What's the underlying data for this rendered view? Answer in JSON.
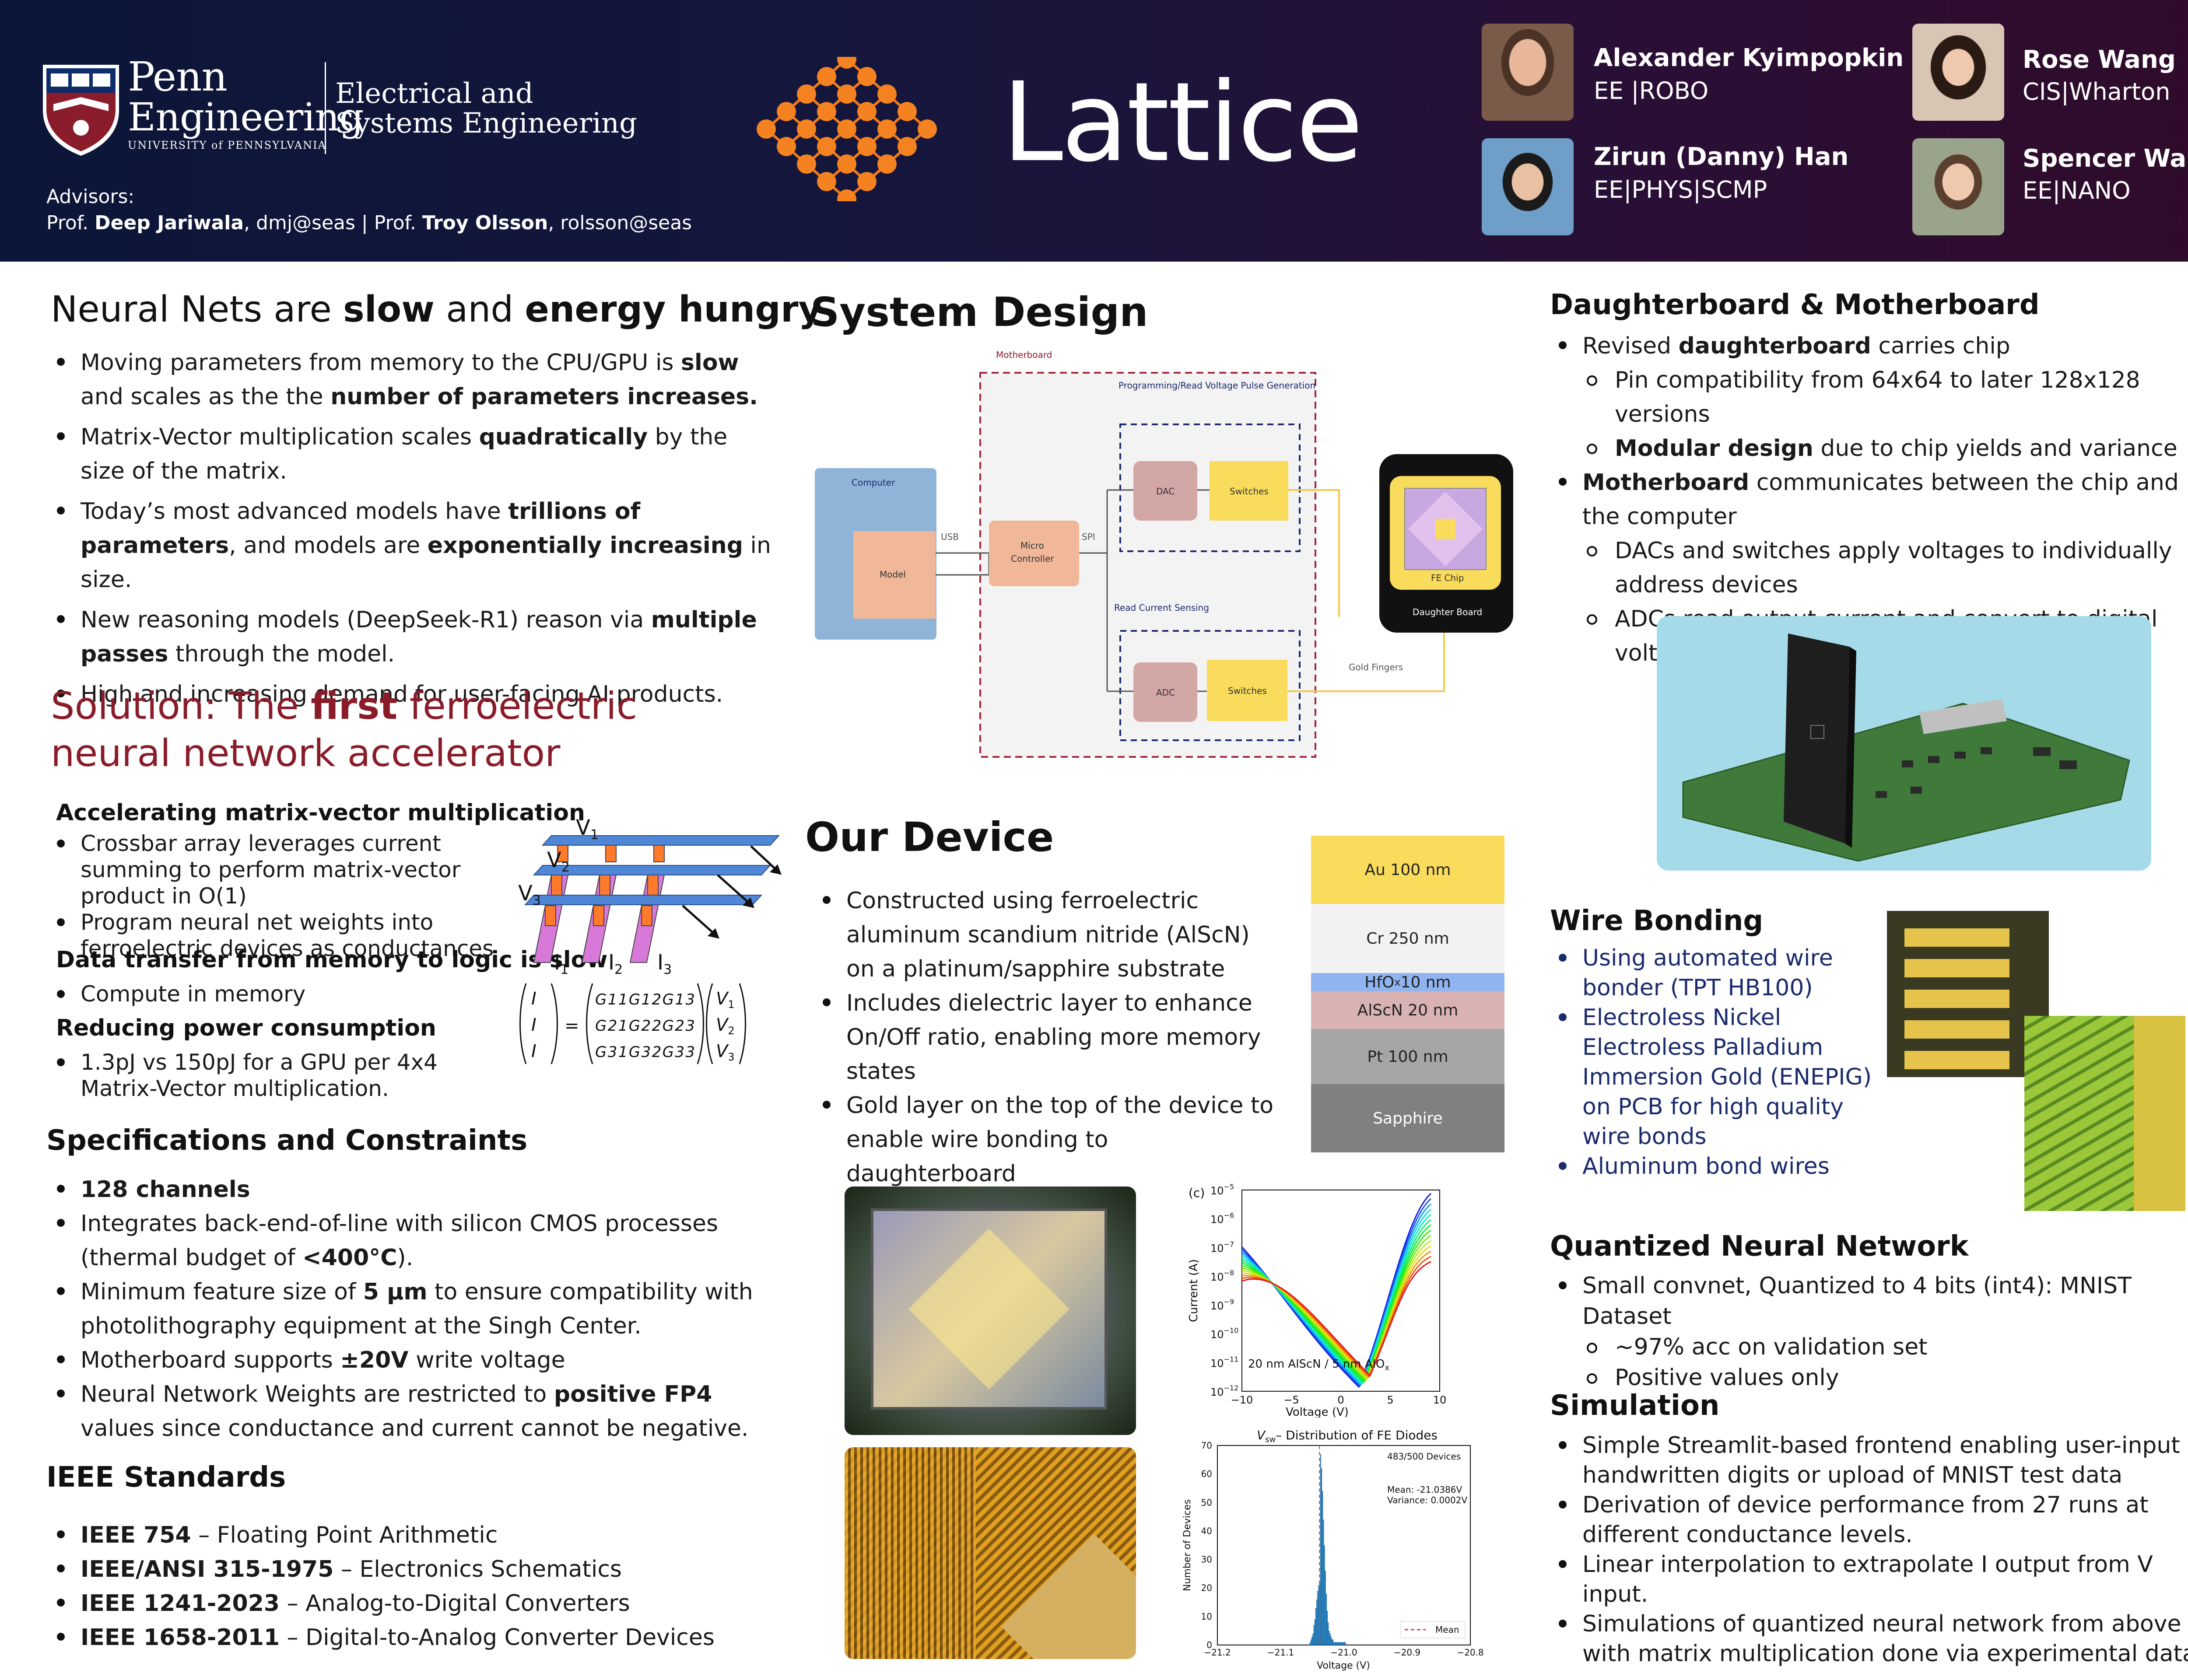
{
  "header": {
    "logo": {
      "penn": "Penn",
      "engineering": "Engineering",
      "upenn": "UNIVERSITY of PENNSYLVANIA",
      "dept_line1": "Electrical and",
      "dept_line2": "Systems Engineering"
    },
    "advisors_label": "Advisors:",
    "advisors": {
      "prefix1": "Prof. ",
      "name1": "Deep Jariwala",
      "email1": ", dmj@seas | Prof. ",
      "name2": "Troy Olsson",
      "email2": ", rolsson@seas"
    },
    "title": "Lattice",
    "members": [
      {
        "name": "Alexander Kyimpopkin",
        "dept": "EE |ROBO"
      },
      {
        "name": "Rose Wang",
        "dept": "CIS|Wharton"
      },
      {
        "name": "Zirun (Danny) Han",
        "dept": "EE|PHYS|SCMP"
      },
      {
        "name": "Spencer Ware",
        "dept": "EE|NANO"
      }
    ]
  },
  "intro": {
    "title_a": "Neural Nets are ",
    "title_b": "slow",
    "title_c": " and ",
    "title_d": "energy hungry",
    "bullets": [
      {
        "a": "Moving parameters from memory to the CPU/GPU is ",
        "b": "slow",
        "c": " and scales as the the ",
        "d": "number of parameters increases.",
        "e": ""
      },
      {
        "a": "Matrix-Vector multiplication scales ",
        "b": "quadratically",
        "c": " by the size of the matrix.",
        "d": "",
        "e": ""
      },
      {
        "a": "Today’s most advanced models have ",
        "b": "trillions of parameters",
        "c": ", and models are ",
        "d": "exponentially increasing",
        "e": " in size."
      },
      {
        "a": "New reasoning models (DeepSeek-R1) reason via ",
        "b": "multiple passes",
        "c": " through the model.",
        "d": "",
        "e": ""
      },
      {
        "a": "High and increasing demand for user-facing AI products.",
        "b": "",
        "c": "",
        "d": "",
        "e": ""
      }
    ]
  },
  "solution": {
    "title_a": "Solution: The ",
    "title_b": "first",
    "title_c": " ferroelectric neural network accelerator",
    "sec1": "Accelerating matrix-vector multiplication",
    "sec1_bullets": [
      "Crossbar array leverages current summing to perform matrix-vector product in O(1)",
      "Program neural net weights into ferroelectric devices as conductances"
    ],
    "sec2": "Data transfer from memory to logic is slow",
    "sec2_bullets": [
      "Compute in memory"
    ],
    "sec3": "Reducing power consumption",
    "sec3_bullets": [
      "1.3pJ vs 150pJ for a GPU per 4x4 Matrix-Vector multiplication."
    ],
    "crossbar": {
      "v1": "V",
      "v2": "V",
      "v3": "V",
      "i1": "I",
      "i2": "I",
      "i3": "I",
      "s1": "1",
      "s2": "2",
      "s3": "3"
    },
    "equation": {
      "lhs": [
        "I",
        "I",
        "I"
      ],
      "g": [
        "G11G12G13",
        "G21G22G23",
        "G31G32G33"
      ],
      "rhs": [
        "V",
        "V",
        "V"
      ],
      "eq": "="
    }
  },
  "specs": {
    "title": "Specifications and Constraints",
    "bullets": [
      {
        "a": "",
        "b": "128 channels",
        "c": ""
      },
      {
        "a": "Integrates back-end-of-line with silicon CMOS processes (thermal budget of ",
        "b": "<400°C",
        "c": ")."
      },
      {
        "a": "Minimum feature size of ",
        "b": "5 µm",
        "c": " to ensure compatibility with photolithography equipment at the Singh Center."
      },
      {
        "a": "Motherboard supports ",
        "b": "±20V",
        "c": " write voltage"
      },
      {
        "a": "Neural Network Weights are restricted to ",
        "b": "positive FP4",
        "c": " values since conductance and current cannot be negative."
      }
    ]
  },
  "ieee": {
    "title": "IEEE Standards",
    "items": [
      {
        "code": "IEEE 754",
        "desc": " – Floating Point Arithmetic"
      },
      {
        "code": "IEEE/ANSI 315-1975",
        "desc": " – Electronics Schematics"
      },
      {
        "code": "IEEE 1241-2023",
        "desc": " – Analog-to-Digital Converters"
      },
      {
        "code": "IEEE 1658-2011",
        "desc": " – Digital-to-Analog Converter Devices"
      }
    ]
  },
  "system": {
    "title": "System Design",
    "diagram": {
      "motherboard": "Motherboard",
      "pulse_gen": "Programming/Read Voltage Pulse Generation",
      "computer": "Computer",
      "model": "Model",
      "usb": "USB",
      "spi": "SPI",
      "micro1": "Micro",
      "micro2": "Controller",
      "dac": "DAC",
      "adc": "ADC",
      "switches": "Switches",
      "read_sense": "Read Current Sensing",
      "fe_chip": "FE Chip",
      "daughter": "Daughter Board",
      "gold": "Gold Fingers"
    }
  },
  "device": {
    "title": "Our Device",
    "bullets": [
      "Constructed using ferroelectric aluminum scandium nitride (AlScN) on a platinum/sapphire substrate",
      "Includes dielectric layer to enhance On/Off ratio, enabling more memory states",
      "Gold layer on the top of the device to enable wire bonding to daughterboard"
    ],
    "stack": [
      {
        "label": "Au 100 nm",
        "color": "#f9dc5c"
      },
      {
        "label": "Cr 250 nm",
        "color": "#f2f2f2"
      },
      {
        "label": "HfO",
        "sub": "x",
        "rest": " 10 nm",
        "color": "#8fb4f0"
      },
      {
        "label": "AlScN 20 nm",
        "color": "#d9b3b3"
      },
      {
        "label": "Pt 100 nm",
        "color": "#a6a6a6"
      },
      {
        "label": "Sapphire",
        "color": "#808080",
        "text_color": "#ffffff"
      }
    ]
  },
  "iv_chart": {
    "panel": "(c)",
    "xlabel": "Voltage (V)",
    "ylabel": "Current (A)",
    "xticks": [
      "−10",
      "−5",
      "0",
      "5",
      "10"
    ],
    "yticks": [
      "10",
      "10",
      "10",
      "10",
      "10",
      "10",
      "10",
      "10"
    ],
    "yexp": [
      "−5",
      "−6",
      "−7",
      "−8",
      "−9",
      "−10",
      "−11",
      "−12"
    ],
    "annotation": "20 nm AlScN / 5 nm AlO",
    "annotation_sub": "x"
  },
  "hist_chart": {
    "title_a": "V",
    "title_sub": "sw",
    "title_b": "– Distribution of FE Diodes",
    "count": "483/500 Devices",
    "mean": "Mean: -21.0386V",
    "variance": "Variance: 0.0002V",
    "legend": "Mean",
    "xlabel": "Voltage (V)",
    "ylabel": "Number of Devices",
    "xticks": [
      "−21.2",
      "−21.1",
      "−21.0",
      "−20.9",
      "−20.8"
    ],
    "yticks": [
      "0",
      "10",
      "20",
      "30",
      "40",
      "50",
      "60",
      "70"
    ]
  },
  "daughterboard": {
    "title": "Daughterboard & Motherboard",
    "b1_a": "Revised ",
    "b1_b": "daughterboard",
    "b1_c": " carries chip",
    "b1_subs": [
      {
        "a": "Pin compatibility from 64x64 to later 128x128 versions",
        "b": "",
        "c": ""
      },
      {
        "a": "",
        "b": "Modular design",
        "c": " due to chip yields and variance"
      }
    ],
    "b2_a": "",
    "b2_b": "Motherboard",
    "b2_c": " communicates between the chip and the computer",
    "b2_subs": [
      "DACs and switches apply voltages to individually address devices",
      "ADCs read output current and convert to digital voltages"
    ]
  },
  "wirebonding": {
    "title": "Wire Bonding",
    "bullets": [
      "Using automated wire bonder (TPT HB100)",
      "Electroless Nickel Electroless Palladium Immersion Gold (ENEPIG) on PCB for high quality wire bonds",
      "Aluminum bond wires"
    ]
  },
  "qnn": {
    "title": "Quantized Neural Network",
    "bullet": "Small convnet, Quantized to 4 bits (int4): MNIST Dataset",
    "subs": [
      "~97% acc on validation set",
      "Positive values only"
    ]
  },
  "simulation": {
    "title": "Simulation",
    "bullets": [
      "Simple Streamlit-based  frontend enabling user-input of handwritten digits or upload of MNIST test data",
      "Derivation of device performance from 27 runs at different conductance levels.",
      "Linear interpolation to extrapolate I output from V input.",
      "Simulations of quantized neural network from above with matrix multiplication done via experimental data."
    ]
  }
}
